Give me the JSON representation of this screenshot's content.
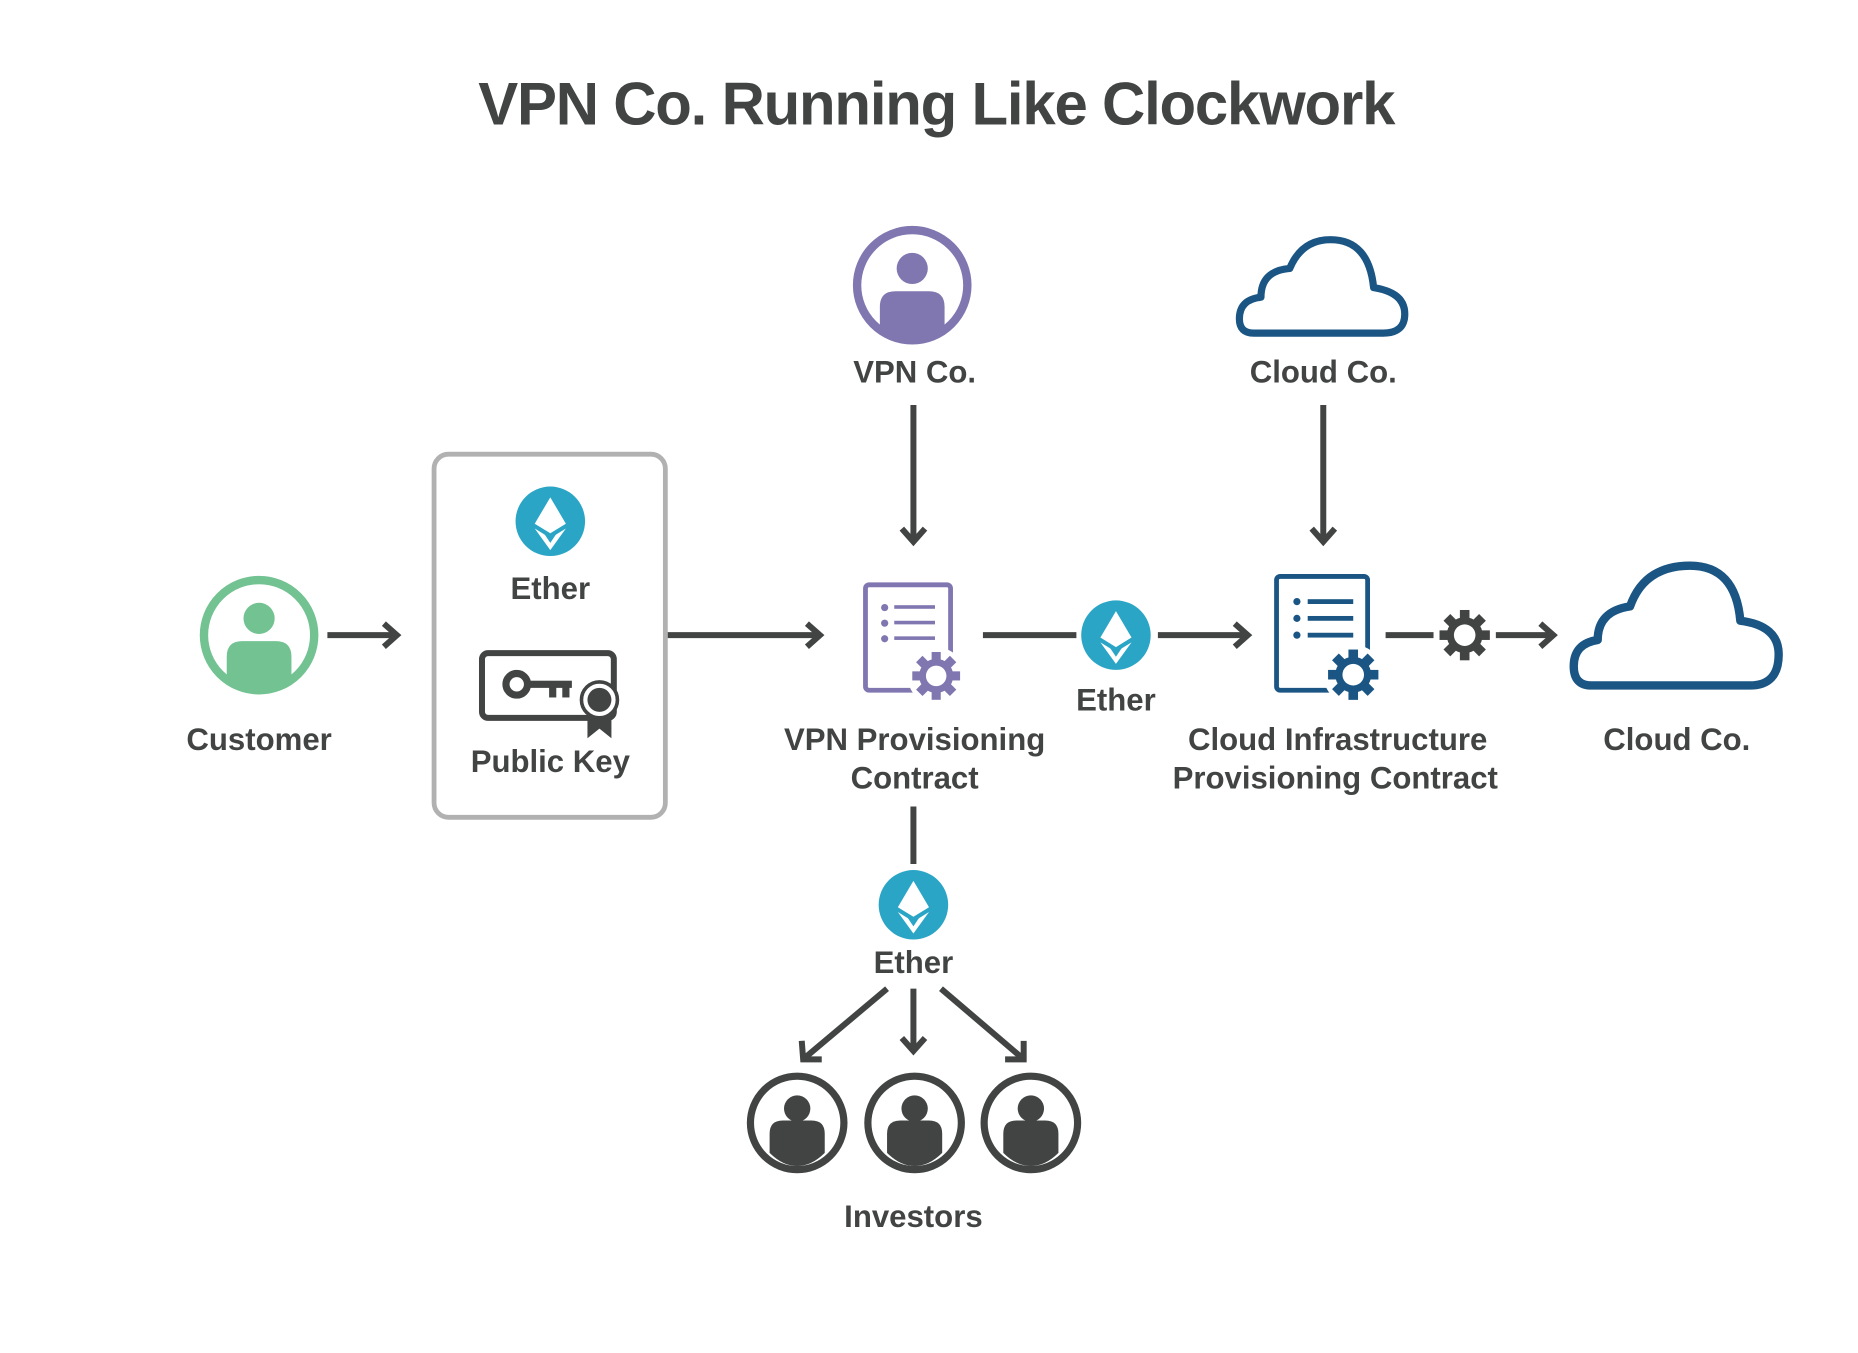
{
  "title": "VPN Co. Running Like Clockwork",
  "colors": {
    "text": "#424444",
    "customer": "#72C292",
    "vpn_co": "#8077B0",
    "cloud": "#1A5584",
    "ether": "#2BA5C6",
    "box_border": "#B1B1B1",
    "investor": "#424444"
  },
  "nodes": {
    "customer": {
      "label": "Customer",
      "icon": "user-circle-icon"
    },
    "payment_box": {
      "ether_label": "Ether",
      "public_key_label": "Public Key",
      "icons": [
        "ether-icon",
        "key-certificate-icon"
      ]
    },
    "vpn_co": {
      "label": "VPN Co.",
      "icon": "user-circle-icon"
    },
    "cloud_co_top": {
      "label": "Cloud Co.",
      "icon": "cloud-icon"
    },
    "vpn_contract": {
      "label_line1": "VPN Provisioning",
      "label_line2": "Contract",
      "icon": "contract-gear-icon"
    },
    "ether_mid": {
      "label": "Ether",
      "icon": "ether-icon"
    },
    "cloud_contract": {
      "label_line1": "Cloud Infrastructure",
      "label_line2": "Provisioning Contract",
      "icon": "contract-gear-icon"
    },
    "gear": {
      "icon": "gear-icon"
    },
    "cloud_co_right": {
      "label": "Cloud Co.",
      "icon": "cloud-icon"
    },
    "ether_bottom": {
      "label": "Ether",
      "icon": "ether-icon"
    },
    "investors": {
      "label": "Investors",
      "count": 3,
      "icon": "user-circle-icon"
    }
  },
  "edges": [
    {
      "from": "customer",
      "to": "payment_box"
    },
    {
      "from": "payment_box",
      "to": "vpn_contract"
    },
    {
      "from": "vpn_co",
      "to": "vpn_contract"
    },
    {
      "from": "vpn_contract",
      "to": "cloud_contract",
      "via": "ether_mid"
    },
    {
      "from": "cloud_co_top",
      "to": "cloud_contract"
    },
    {
      "from": "cloud_contract",
      "to": "cloud_co_right",
      "via": "gear"
    },
    {
      "from": "vpn_contract",
      "to": "investors",
      "via": "ether_bottom"
    }
  ]
}
